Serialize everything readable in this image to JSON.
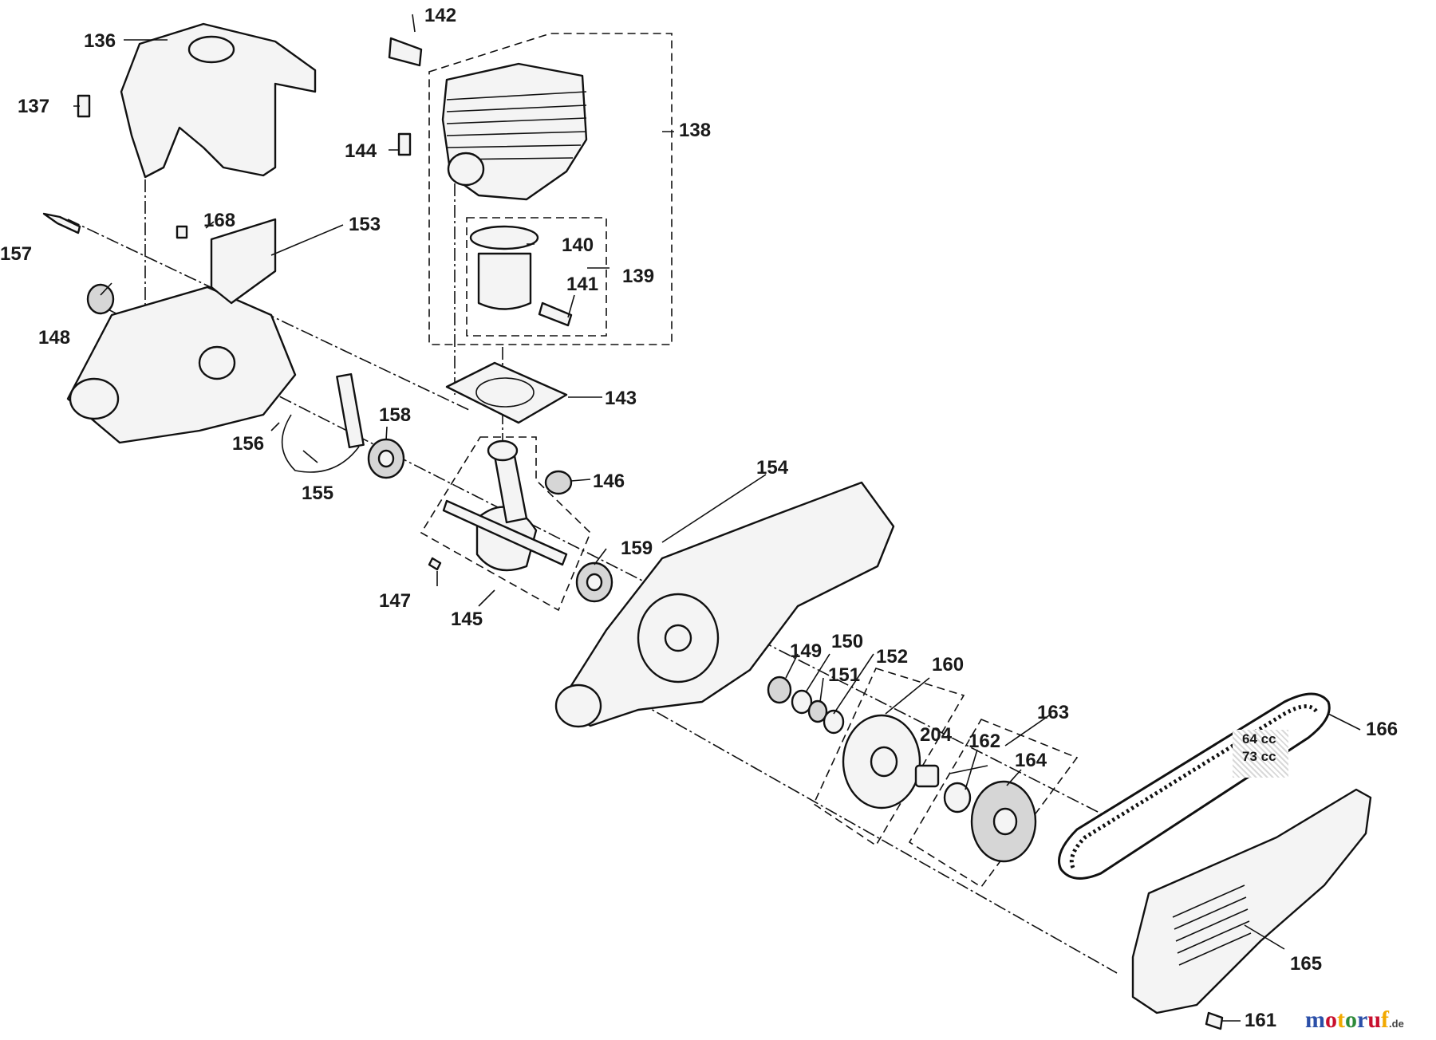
{
  "labels": {
    "p136": "136",
    "p137": "137",
    "p142": "142",
    "p138": "138",
    "p144": "144",
    "p168": "168",
    "p153": "153",
    "p157": "157",
    "p140": "140",
    "p139": "139",
    "p141": "141",
    "p148": "148",
    "p143": "143",
    "p158": "158",
    "p156": "156",
    "p155": "155",
    "p146": "146",
    "p154": "154",
    "p159": "159",
    "p147": "147",
    "p145": "145",
    "p149": "149",
    "p150": "150",
    "p152": "152",
    "p160": "160",
    "p151": "151",
    "p163": "163",
    "p166": "166",
    "p204": "204",
    "p162": "162",
    "p164": "164",
    "p165": "165",
    "p161": "161"
  },
  "note": {
    "line1": "64 cc",
    "line2": "73 cc"
  },
  "brand": {
    "name": "motoruf",
    "tld": ".de",
    "colors": [
      "#2b4fa8",
      "#c8102e",
      "#f2a900",
      "#2e8b3a"
    ]
  }
}
